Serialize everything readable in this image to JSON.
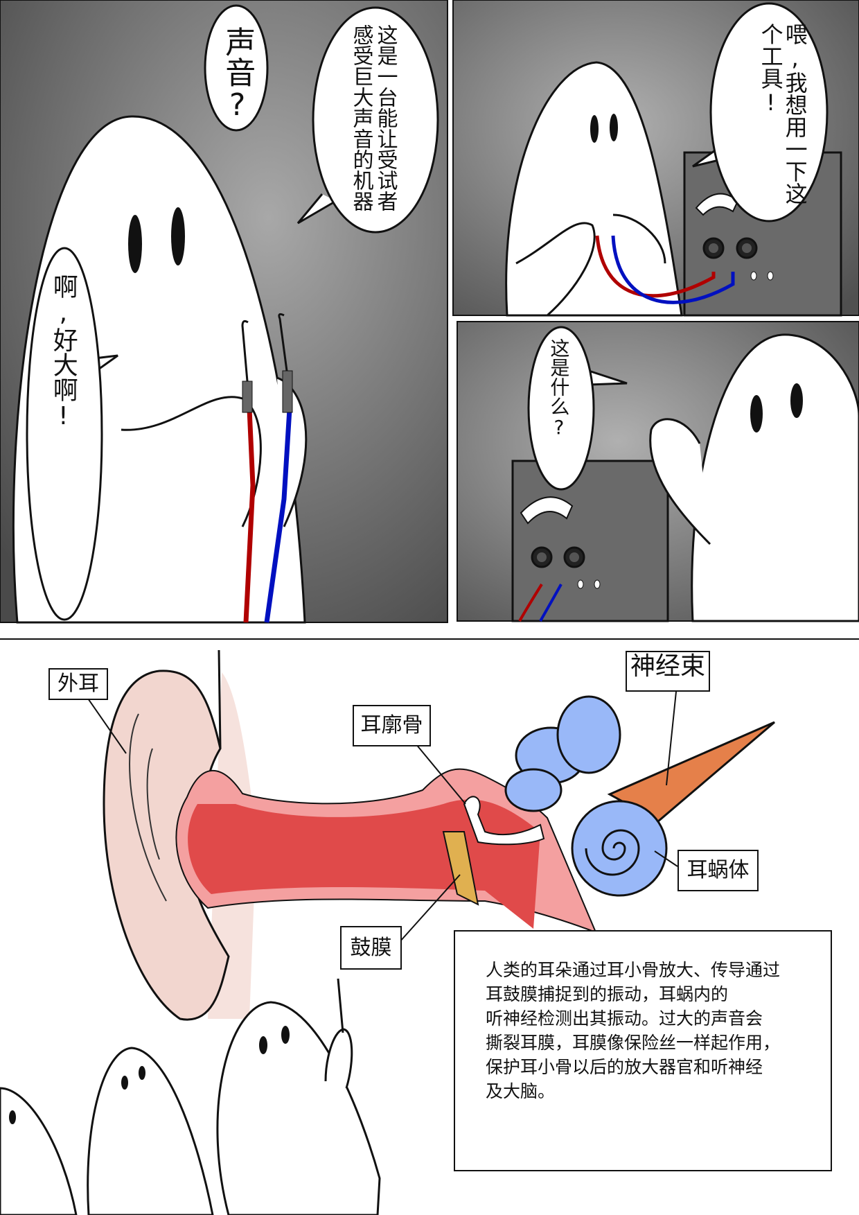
{
  "panel1": {
    "bubble_sound": "声音?",
    "bubble_machine_col1": "这是一台能让受试者",
    "bubble_machine_col2": "感受巨大声音的机器",
    "bubble_big": "啊,好大啊!"
  },
  "panel2": {
    "bubble_col1": "喂,我想用一下这",
    "bubble_col2": "个工具!"
  },
  "panel3": {
    "bubble": "这是什么?"
  },
  "diagram": {
    "labels": {
      "outer_ear": "外耳",
      "ossicles": "耳廓骨",
      "nerve": "神经束",
      "cochlea": "耳蜗体",
      "eardrum": "鼓膜"
    },
    "explanation_lines": [
      "人类的耳朵通过耳小骨放大、传导通过",
      "耳鼓膜捕捉到的振动，耳蜗内的",
      "听神经检测出其振动。过大的声音会",
      "撕裂耳膜，耳膜像保险丝一样起作用，",
      "保护耳小骨以后的放大器官和听神经",
      "及大脑。"
    ]
  },
  "colors": {
    "canal": "#e04a4a",
    "canal_rim": "#f4a0a0",
    "skin": "#f2d6cf",
    "cochlea": "#99b8f8",
    "nerve": "#e5804a",
    "eardrum": "#e0b050",
    "cable_red": "#b00000",
    "cable_blue": "#0010c0"
  }
}
